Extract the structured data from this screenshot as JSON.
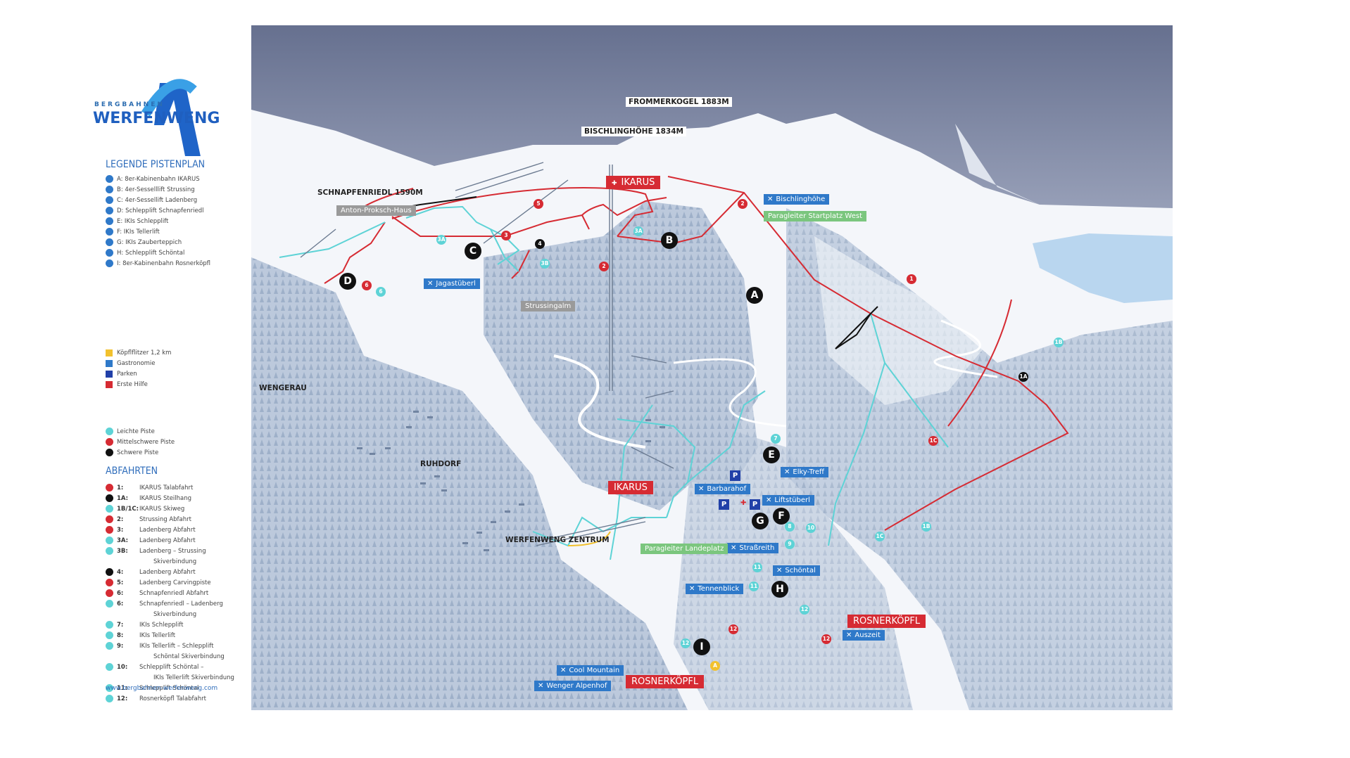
{
  "logo": {
    "small": "BERGBAHNEN",
    "big": "WERFENWENG"
  },
  "legend_title": "LEGENDE PISTENPLAN",
  "lifts": [
    {
      "icon": "gondola-icon",
      "label": "A: 8er-Kabinenbahn IKARUS"
    },
    {
      "icon": "chairlift-icon",
      "label": "B: 4er-Sesselllift Strussing"
    },
    {
      "icon": "chairlift-icon",
      "label": "C: 4er-Sessellift Ladenberg"
    },
    {
      "icon": "draglift-icon",
      "label": "D: Schlepplift Schnapfenriedl"
    },
    {
      "icon": "draglift-icon",
      "label": "E: IKIs Schlepplift"
    },
    {
      "icon": "draglift-icon",
      "label": "F: IKIs Tellerlift"
    },
    {
      "icon": "carpet-icon",
      "label": "G: IKIs Zauberteppich"
    },
    {
      "icon": "draglift-icon",
      "label": "H: Schlepplift Schöntal"
    },
    {
      "icon": "gondola-icon",
      "label": "I: 8er-Kabinenbahn Rosnerköpfl"
    }
  ],
  "symbols": [
    {
      "icon": "ski-trail-icon",
      "color": "#f2c12e",
      "label": "Köpflflitzer 1,2 km"
    },
    {
      "icon": "restaurant-icon",
      "color": "#2f79c9",
      "label": "Gastronomie"
    },
    {
      "icon": "parking-icon",
      "color": "#2140a8",
      "label": "Parken"
    },
    {
      "icon": "first-aid-icon",
      "color": "#d62b33",
      "label": "Erste Hilfe"
    }
  ],
  "difficulty": [
    {
      "color": "#5ed3d6",
      "label": "Leichte Piste"
    },
    {
      "color": "#d62b33",
      "label": "Mittelschwere Piste"
    },
    {
      "color": "#111111",
      "label": "Schwere Piste"
    }
  ],
  "abfahrten_title": "ABFAHRTEN",
  "runs": [
    {
      "color": "#d62b33",
      "num": "1:",
      "label": "IKARUS Talabfahrt"
    },
    {
      "color": "#111111",
      "num": "1A:",
      "label": "IKARUS Steilhang"
    },
    {
      "color": "#5ed3d6",
      "num": "1B/1C:",
      "label": "IKARUS Skiweg"
    },
    {
      "color": "#d62b33",
      "num": "2:",
      "label": "Strussing Abfahrt"
    },
    {
      "color": "#d62b33",
      "num": "3:",
      "label": "Ladenberg Abfahrt"
    },
    {
      "color": "#5ed3d6",
      "num": "3A:",
      "label": "Ladenberg Abfahrt"
    },
    {
      "color": "#5ed3d6",
      "num": "3B:",
      "label": "Ladenberg – Strussing"
    },
    {
      "color": "",
      "num": "",
      "label": "Skiverbindung"
    },
    {
      "color": "#111111",
      "num": "4:",
      "label": "Ladenberg Abfahrt"
    },
    {
      "color": "#d62b33",
      "num": "5:",
      "label": "Ladenberg Carvingpiste"
    },
    {
      "color": "#d62b33",
      "num": "6:",
      "label": "Schnapfenriedl Abfahrt"
    },
    {
      "color": "#5ed3d6",
      "num": "6:",
      "label": "Schnapfenriedl – Ladenberg"
    },
    {
      "color": "",
      "num": "",
      "label": "Skiverbindung"
    },
    {
      "color": "#5ed3d6",
      "num": "7:",
      "label": "IKIs Schlepplift"
    },
    {
      "color": "#5ed3d6",
      "num": "8:",
      "label": "IKIs Tellerlift"
    },
    {
      "color": "#5ed3d6",
      "num": "9:",
      "label": "IKIs Tellerlift – Schlepplift"
    },
    {
      "color": "",
      "num": "",
      "label": "Schöntal Skiverbindung"
    },
    {
      "color": "#5ed3d6",
      "num": "10:",
      "label": "Schlepplift Schöntal –"
    },
    {
      "color": "",
      "num": "",
      "label": "IKIs Tellerlift Skiverbindung"
    },
    {
      "color": "#5ed3d6",
      "num": "11:",
      "label": "Schlepplift Schöntal"
    },
    {
      "color": "#5ed3d6",
      "num": "12:",
      "label": "Rosnerköpfl Talabfahrt"
    }
  ],
  "website": "www.bergbahnen-werfenweng.com",
  "map": {
    "peaks": {
      "frommerkogel": "FROMMERKOGEL 1883M",
      "bischlinghoehe": "BISCHLINGHÖHE 1834M",
      "schnapfenriedl": "SCHNAPFENRIEDL 1590M"
    },
    "places": {
      "wengerau": "WENGERAU",
      "ruhdorf": "RUHDORF",
      "zentrum": "WERFENWENG ZENTRUM"
    },
    "huts": {
      "bischlinghoehe": "Bischlinghöhe",
      "jagastuberl": "Jagastüberl",
      "elky": "Elky-Treff",
      "barbarahof": "Barbarahof",
      "liftstuberl": "Liftstüberl",
      "strassreith": "Straßreith",
      "schoental": "Schöntal",
      "tennenblick": "Tennenblick",
      "auszeit": "Auszeit",
      "cool_mountain": "Cool Mountain",
      "wenger_alpenhof": "Wenger Alpenhof"
    },
    "grey": {
      "anton": "Anton-Proksch-Haus",
      "strussingalm": "Strussingalm"
    },
    "green": {
      "start": "Paragleiter Startplatz West",
      "landeplatz": "Paragleiter Landeplatz"
    },
    "red": {
      "ikarus_top": "IKARUS",
      "ikarus_mid": "IKARUS",
      "rosner_top": "ROSNERKÖPFL",
      "rosner_bottom": "ROSNERKÖPFL"
    },
    "parking": "P",
    "lift_letters": [
      "A",
      "B",
      "C",
      "D",
      "E",
      "F",
      "G",
      "H",
      "I"
    ],
    "run_numbers": {
      "r1": "1",
      "r1a": "1A",
      "r1b": "1B",
      "r1b2": "1B",
      "r1c": "1C",
      "r1c2": "1C",
      "r2a": "2",
      "r2b": "2",
      "r3": "3",
      "r3a": "3A",
      "r3a2": "3A",
      "r3b": "3B",
      "r4": "4",
      "r5": "5",
      "r6": "6",
      "r6b": "6",
      "r7": "7",
      "r8": "8",
      "r9": "9",
      "r10": "10",
      "r11": "11",
      "r11b": "11",
      "r12": "12",
      "r12b": "12",
      "r12c": "12",
      "r_i": "12",
      "kf": "A"
    }
  }
}
